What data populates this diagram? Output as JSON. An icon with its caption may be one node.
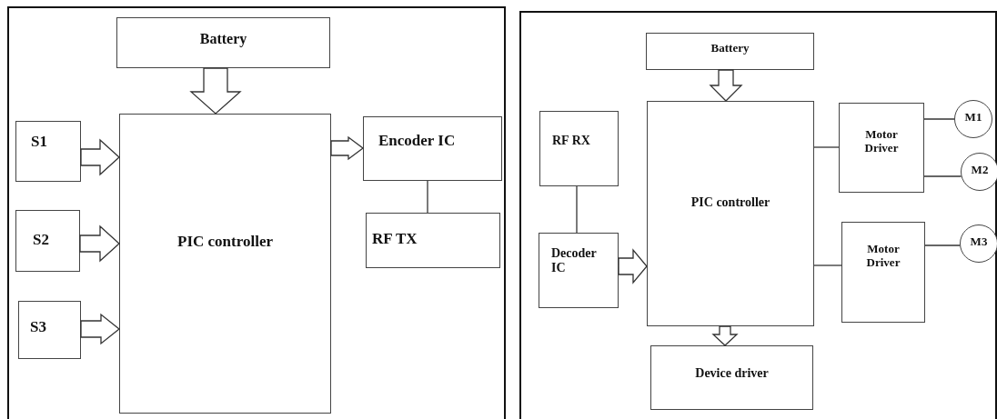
{
  "diagram": {
    "nodes": [
      {
        "text": [],
        "shape": "box"
      },
      {
        "text": [
          "Battery"
        ],
        "in": 0
      },
      {
        "text": [
          "S1"
        ],
        "in": 0
      },
      {
        "text": [
          "S2"
        ],
        "in": 0
      },
      {
        "text": [
          "S3"
        ],
        "in": 0
      },
      {
        "text": [
          "PIC controller"
        ],
        "in": 0
      },
      {
        "text": [
          "Encoder IC"
        ],
        "in": 0
      },
      {
        "text": [
          "RF TX"
        ],
        "in": 0
      },
      {
        "text": [],
        "shape": "box"
      },
      {
        "text": [
          "Battery"
        ],
        "in": 8
      },
      {
        "text": [
          "RF RX"
        ],
        "in": 8
      },
      {
        "text": [
          "PIC controller"
        ],
        "in": 8
      },
      {
        "text": [
          "Motor Driver"
        ],
        "in": 8
      },
      {
        "text": [
          "M1"
        ],
        "in": 8
      },
      {
        "text": [
          "M2"
        ],
        "in": 8
      },
      {
        "text": [
          "Decoder IC"
        ],
        "in": 8
      },
      {
        "text": [
          "Motor Driver"
        ],
        "in": 8
      },
      {
        "text": [
          "M3"
        ],
        "in": 8
      },
      {
        "text": [
          "Device driver"
        ],
        "in": 8
      }
    ],
    "edges": [
      {
        "from": 1,
        "to": 5,
        "arrow": "to"
      },
      {
        "from": 2,
        "to": 5,
        "arrow": "to"
      },
      {
        "from": 3,
        "to": 5,
        "arrow": "to"
      },
      {
        "from": 4,
        "to": 5,
        "arrow": "to"
      },
      {
        "from": 5,
        "to": 6,
        "arrow": "to"
      },
      {
        "from": 6,
        "to": 7,
        "arrow": "none"
      },
      {
        "from": 9,
        "to": 11,
        "arrow": "to"
      },
      {
        "from": 10,
        "to": 15,
        "arrow": "none"
      },
      {
        "from": 15,
        "to": 11,
        "arrow": "to"
      },
      {
        "from": 11,
        "to": 12,
        "arrow": "none"
      },
      {
        "from": 11,
        "to": 16,
        "arrow": "none"
      },
      {
        "from": 12,
        "to": 13,
        "arrow": "none"
      },
      {
        "from": 12,
        "to": 14,
        "arrow": "none"
      },
      {
        "from": 16,
        "to": 17,
        "arrow": "none"
      },
      {
        "from": 11,
        "to": 18,
        "arrow": "to"
      }
    ]
  }
}
